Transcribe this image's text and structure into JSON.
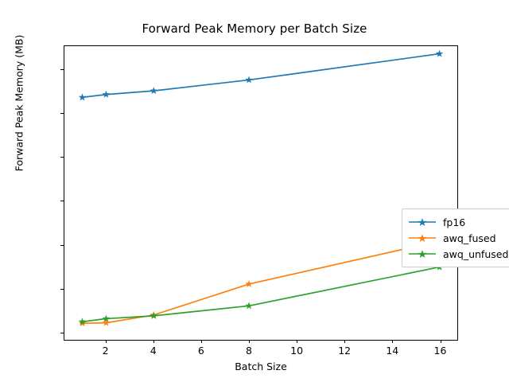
{
  "chart_data": {
    "type": "line",
    "title": "Forward Peak Memory per Batch Size",
    "xlabel": "Batch Size",
    "ylabel": "Forward Peak Memory (MB)",
    "x": [
      1,
      2,
      4,
      8,
      16
    ],
    "xlim": [
      0.25,
      16.75
    ],
    "ylim": [
      5620,
      19100
    ],
    "xticks": [
      2,
      4,
      6,
      8,
      10,
      12,
      14,
      16
    ],
    "xticklabels": [
      "2",
      "4",
      "6",
      "8",
      "10",
      "12",
      "14",
      "16"
    ],
    "yticks": [
      6000,
      8000,
      10000,
      12000,
      14000,
      16000,
      18000
    ],
    "yticklabels": [
      "6000",
      "8000",
      "10000",
      "12000",
      "14000",
      "16000",
      "18000"
    ],
    "grid": false,
    "legend_position": "center right",
    "marker": "star",
    "series": [
      {
        "name": "fp16",
        "color": "#1f77b4",
        "values": [
          16750,
          16880,
          17050,
          17550,
          18750
        ]
      },
      {
        "name": "awq_fused",
        "color": "#ff7f0e",
        "values": [
          6380,
          6400,
          6760,
          8180,
          10150
        ]
      },
      {
        "name": "awq_unfused",
        "color": "#2ca02c",
        "values": [
          6450,
          6590,
          6720,
          7180,
          8960
        ]
      }
    ]
  }
}
